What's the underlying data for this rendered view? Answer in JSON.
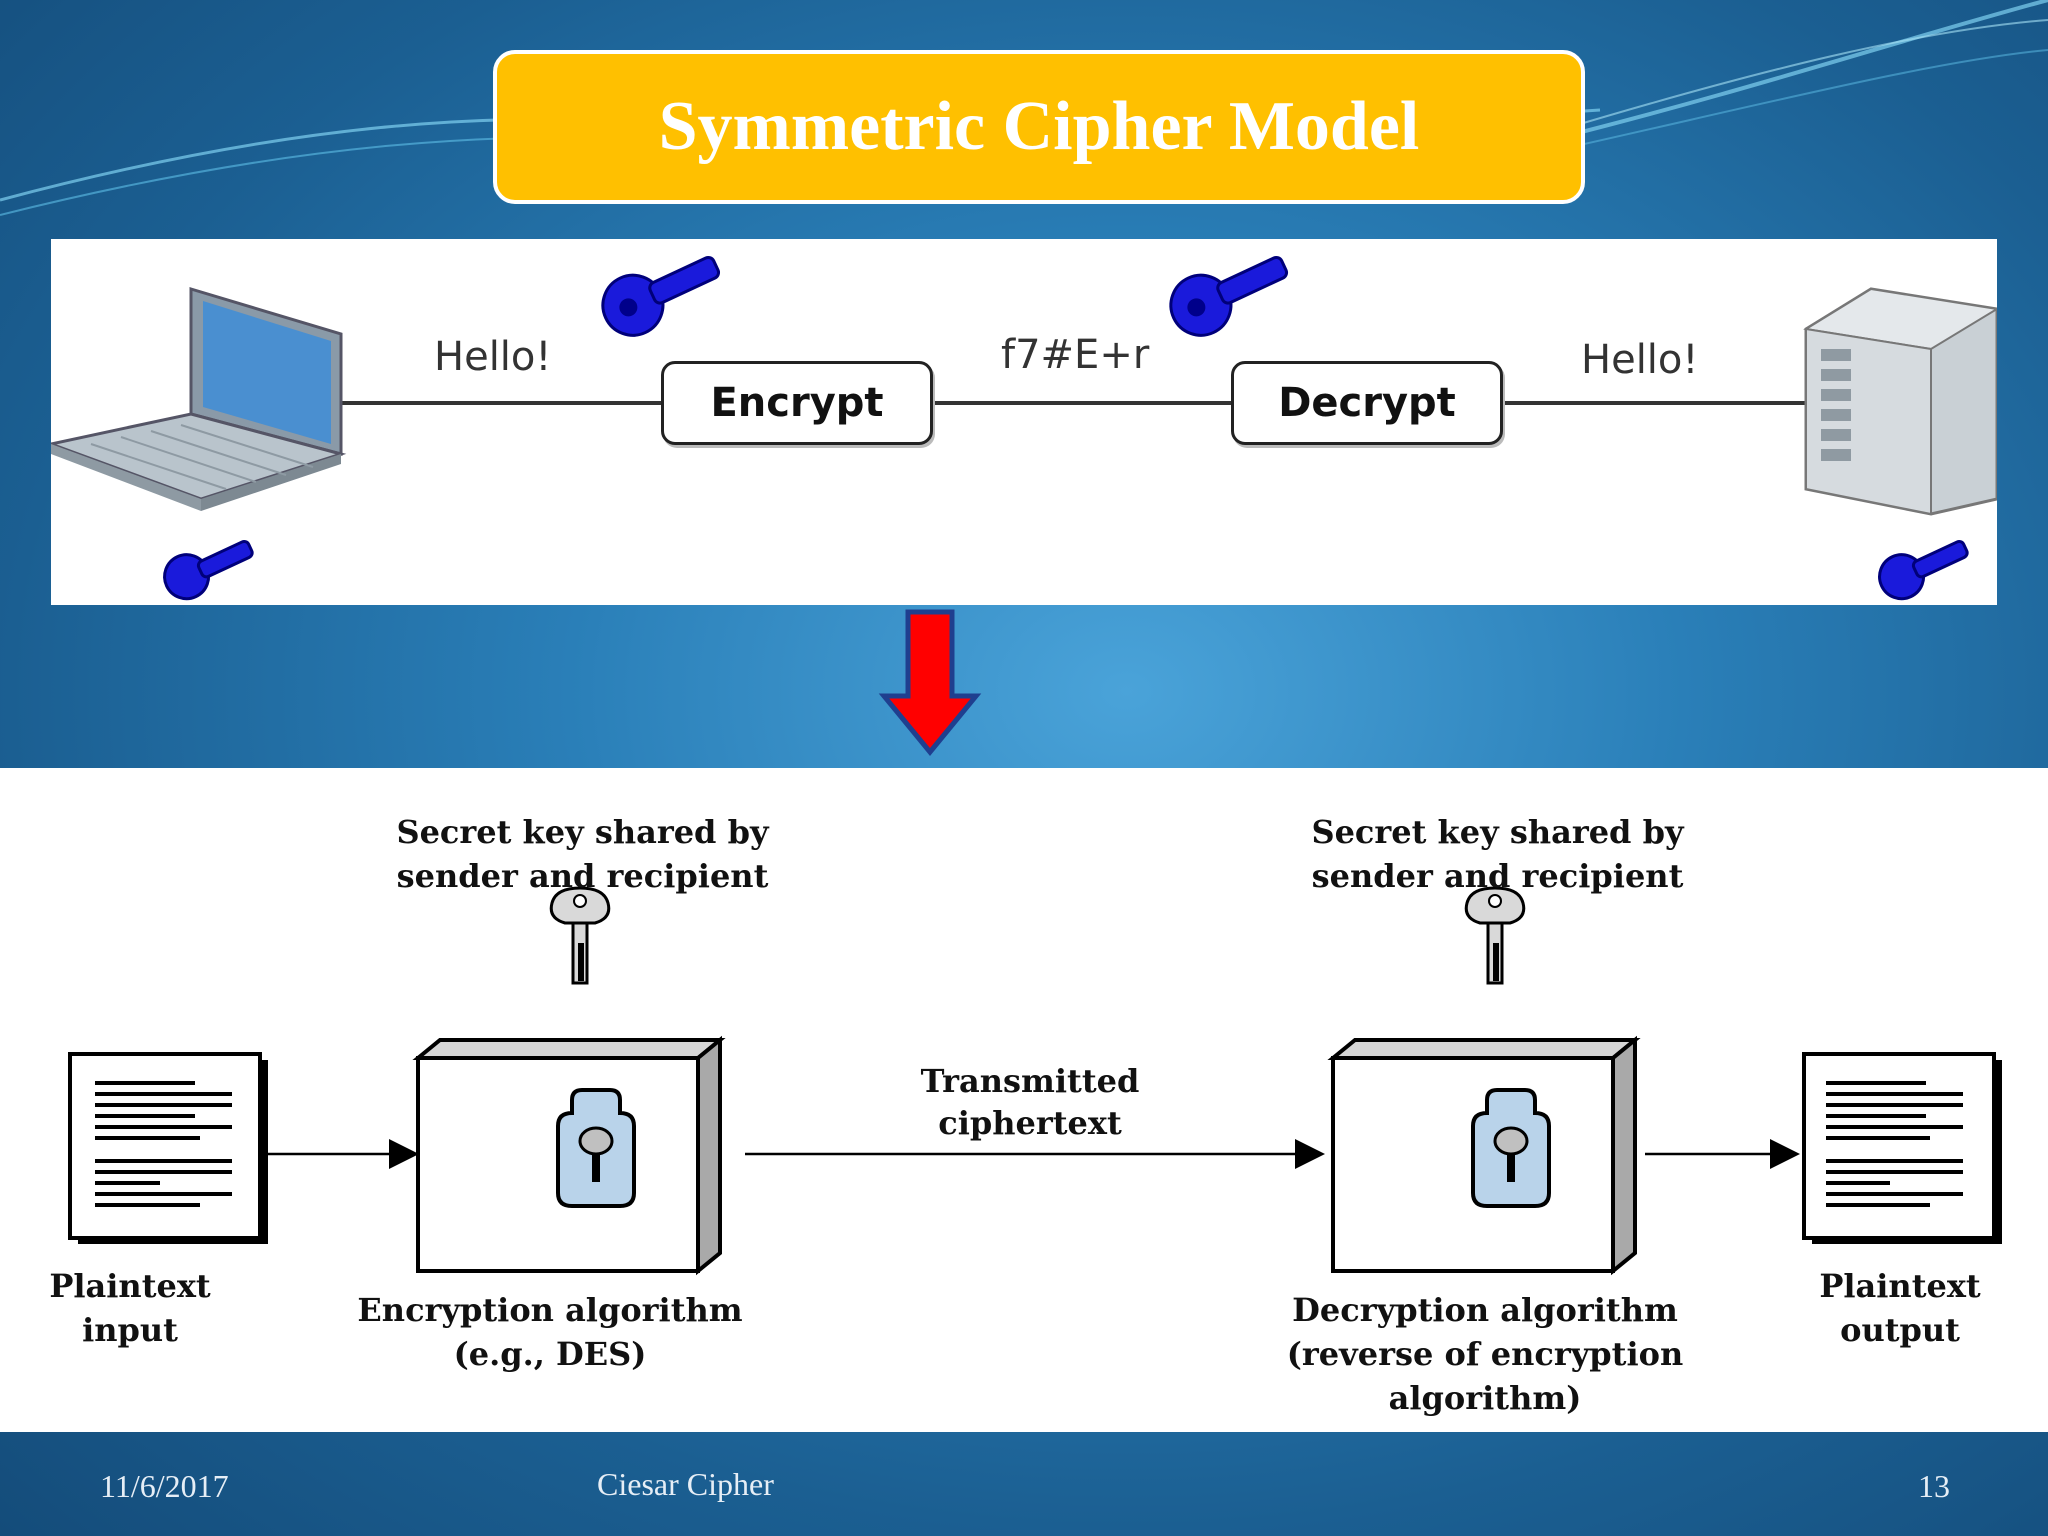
{
  "title": "Symmetric Cipher Model",
  "network": {
    "plain_left": "Hello!",
    "encrypt_label": "Encrypt",
    "cipher_text": "f7#E+r",
    "decrypt_label": "Decrypt",
    "plain_right": "Hello!"
  },
  "model": {
    "key_left": [
      "Secret key shared by",
      "sender and recipient"
    ],
    "key_right": [
      "Secret key shared by",
      "sender and recipient"
    ],
    "transmitted": [
      "Transmitted",
      "ciphertext"
    ],
    "plaintext_input": [
      "Plaintext",
      "input"
    ],
    "encryption_algorithm": [
      "Encryption algorithm",
      "(e.g., DES)"
    ],
    "decryption_algorithm": [
      "Decryption algorithm",
      "(reverse of encryption",
      "algorithm)"
    ],
    "plaintext_output": [
      "Plaintext",
      "output"
    ]
  },
  "footer": {
    "date": "11/6/2017",
    "center": "Ciesar Cipher",
    "page": "13"
  },
  "colors": {
    "title_bg": "#ffc000",
    "key_blue": "#1a1adb",
    "arrow_red": "#ff0000",
    "arrow_border": "#1f3f8f"
  }
}
